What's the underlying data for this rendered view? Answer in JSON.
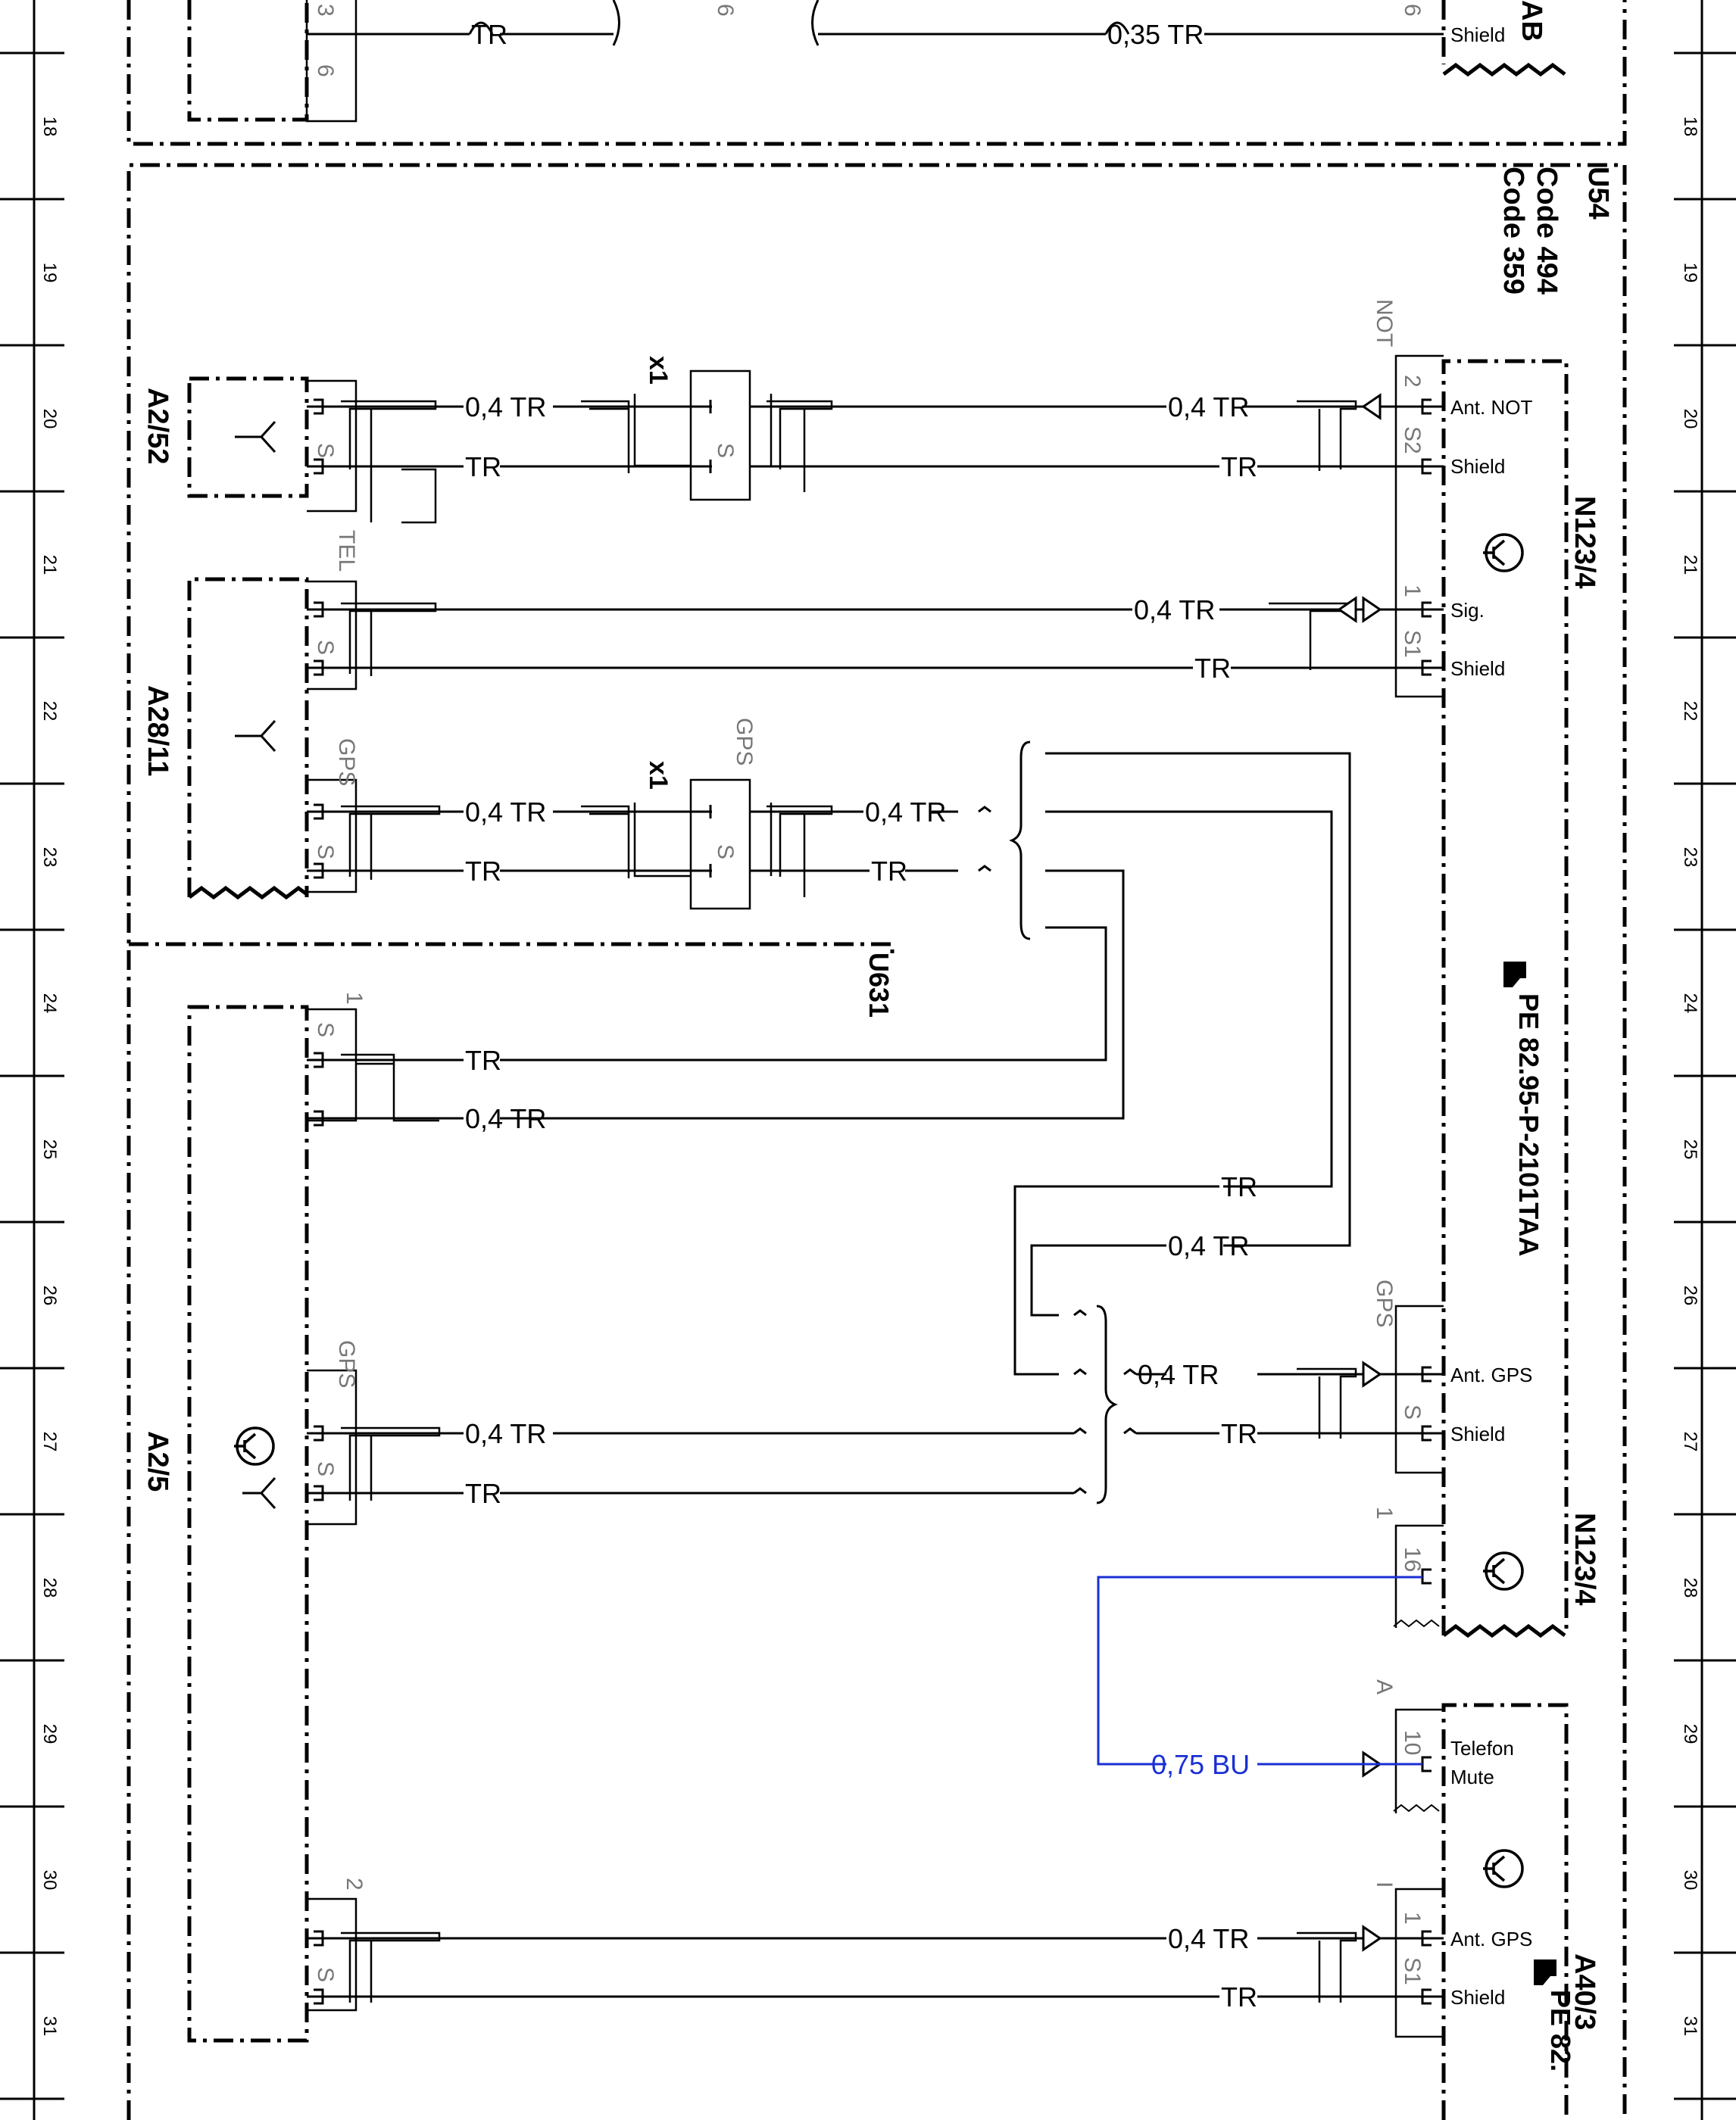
{
  "colors": {
    "wire": "#000000",
    "blue_wire": "#1a2fd4",
    "grey_text": "#777777"
  },
  "ruler_numbers": [
    "18",
    "19",
    "20",
    "21",
    "22",
    "23",
    "24",
    "25",
    "26",
    "27",
    "28",
    "29",
    "30",
    "31"
  ],
  "group_labels": {
    "u54": "U54",
    "code_494": "Code 494",
    "code_359": "Code 359",
    "u631": "U631"
  },
  "components": {
    "a2_52": "A2/52",
    "a28_11": "A28/11",
    "a2_5": "A2/5",
    "n123_4_top": "N123/4",
    "n123_4_bottom": "N123/4",
    "a40_3": "A40/3",
    "ab": "AB"
  },
  "references": {
    "pe_main": "PE 82.95-P-2101TAA",
    "pe_bottom": "PE 82."
  },
  "connectors": {
    "x1": "x1"
  },
  "pin_labels": {
    "ant_not": "Ant. NOT",
    "shield": "Shield",
    "sig": "Sig.",
    "ant_gps": "Ant. GPS",
    "telefon": "Telefon",
    "mute": "Mute"
  },
  "grey_labels": {
    "not": "NOT",
    "tel": "TEL",
    "gps": "GPS",
    "pin_1": "1",
    "pin_2": "2",
    "pin_a": "A",
    "pin_i": "I",
    "pin_s": "S",
    "pin_s1": "S1",
    "pin_s2": "S2",
    "pin_3": "3",
    "pin_6": "6",
    "pin_16": "16",
    "pin_10": "10"
  },
  "wire_labels": {
    "tr": "TR",
    "w035_tr": "0,35  TR",
    "w04_tr": "0,4  TR",
    "w075_bu": "0,75  BU"
  }
}
